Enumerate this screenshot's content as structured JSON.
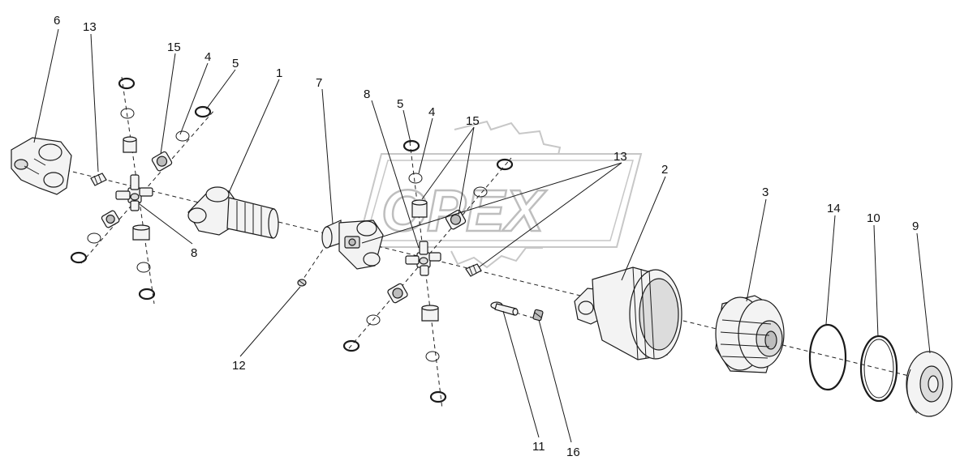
{
  "watermark": {
    "text": "OPEX",
    "kind": "logo"
  },
  "callouts": [
    {
      "id": "c6a",
      "label": "6"
    },
    {
      "id": "c13a",
      "label": "13"
    },
    {
      "id": "c15a",
      "label": "15"
    },
    {
      "id": "c4a",
      "label": "4"
    },
    {
      "id": "c5a",
      "label": "5"
    },
    {
      "id": "c1",
      "label": "1"
    },
    {
      "id": "c7",
      "label": "7"
    },
    {
      "id": "c8a",
      "label": "8"
    },
    {
      "id": "c5b",
      "label": "5"
    },
    {
      "id": "c4b",
      "label": "4"
    },
    {
      "id": "c15b",
      "label": "15"
    },
    {
      "id": "c13b",
      "label": "13"
    },
    {
      "id": "c2",
      "label": "2"
    },
    {
      "id": "c3",
      "label": "3"
    },
    {
      "id": "c14",
      "label": "14"
    },
    {
      "id": "c10",
      "label": "10"
    },
    {
      "id": "c9",
      "label": "9"
    },
    {
      "id": "c8b",
      "label": "8"
    },
    {
      "id": "c12",
      "label": "12"
    },
    {
      "id": "c11",
      "label": "11"
    },
    {
      "id": "c16",
      "label": "16"
    }
  ]
}
